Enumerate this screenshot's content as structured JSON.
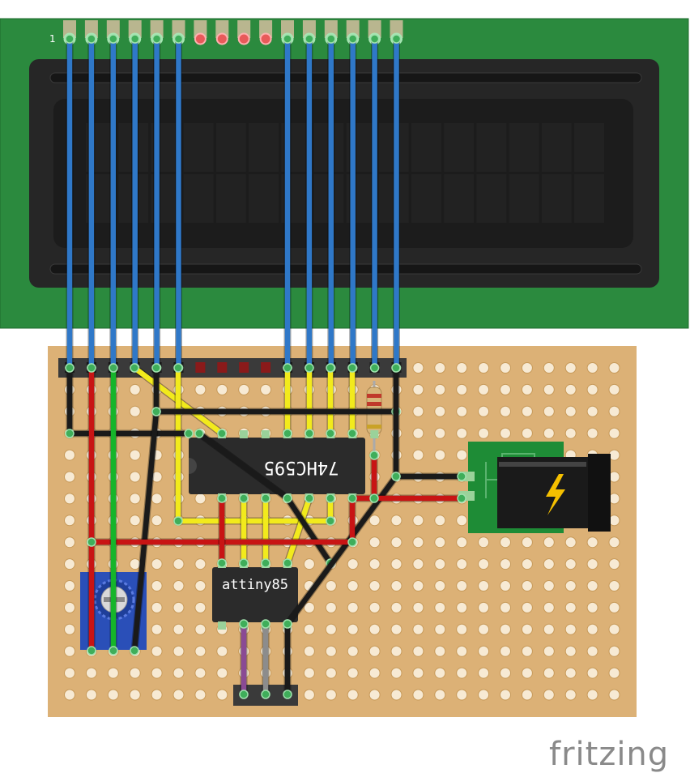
{
  "lcd": {
    "pin1_label": "1"
  },
  "components": {
    "shift_register": {
      "label": "74HC595"
    },
    "microcontroller": {
      "label": "attiny85"
    }
  },
  "brand": {
    "label": "fritzing"
  },
  "colors": {
    "lcd_board": "#2b8a3e",
    "lcd_bezel": "#262626",
    "lcd_screen": "#1c1c1c",
    "stripboard": "#dcb176",
    "hole": "#f7ead4",
    "chip": "#2b2b2b",
    "wire_blue": "#2f78c8",
    "wire_yellow": "#f2ea1c",
    "wire_red": "#c81414",
    "wire_green": "#15b52a",
    "wire_black": "#1a1a1a",
    "wire_purple": "#8a4a94",
    "wire_gray": "#8c8c8c",
    "pot_body": "#2a4fb8",
    "power_board": "#1e8c36",
    "lightning": "#f5c000"
  }
}
